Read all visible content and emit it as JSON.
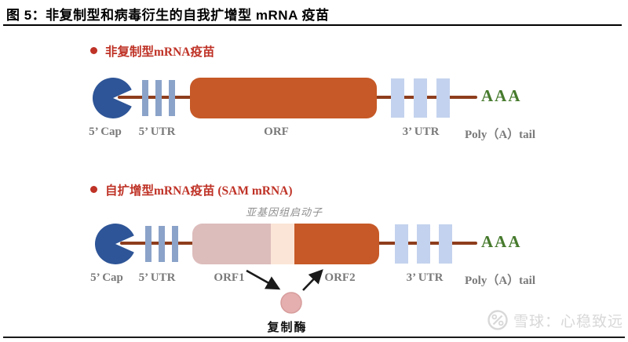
{
  "title": "图 5：非复制型和病毒衍生的自我扩增型 mRNA 疫苗",
  "diagram1": {
    "bullet": "●",
    "header": "非复制型mRNA疫苗",
    "poly_a_text": "AAA",
    "labels": {
      "cap": "5’ Cap",
      "utr5": "5’ UTR",
      "orf": "ORF",
      "utr3": "3’ UTR",
      "polya": "Poly（A）tail"
    }
  },
  "diagram2": {
    "bullet": "●",
    "header": "自扩增型mRNA疫苗 (SAM mRNA)",
    "promoter_label": "亚基因组启动子",
    "poly_a_text": "AAA",
    "labels": {
      "cap": "5’ Cap",
      "utr5": "5’ UTR",
      "orf1": "ORF1",
      "orf2": "ORF2",
      "utr3": "3’ UTR",
      "polya": "Poly（A）tail"
    },
    "replicase_label": "复制酶"
  },
  "watermark": {
    "brand": "雪球：心稳致远"
  },
  "colors": {
    "cap_blue": "#2e5597",
    "backbone_brown": "#8e3d1d",
    "utr5_bar_blue": "#8ba3c9",
    "utr3_bar_blue": "#c3d2ee",
    "orf_orange": "#c65927",
    "orf1_pink": "#ddbcbc",
    "promoter_cream": "#fbe5d6",
    "replicase_pink": "#e5afaf",
    "poly_a_green": "#467a2d",
    "header_red": "#bf3226",
    "label_gray": "#7a7a7a",
    "watermark_gray": "#d8d8d8"
  }
}
